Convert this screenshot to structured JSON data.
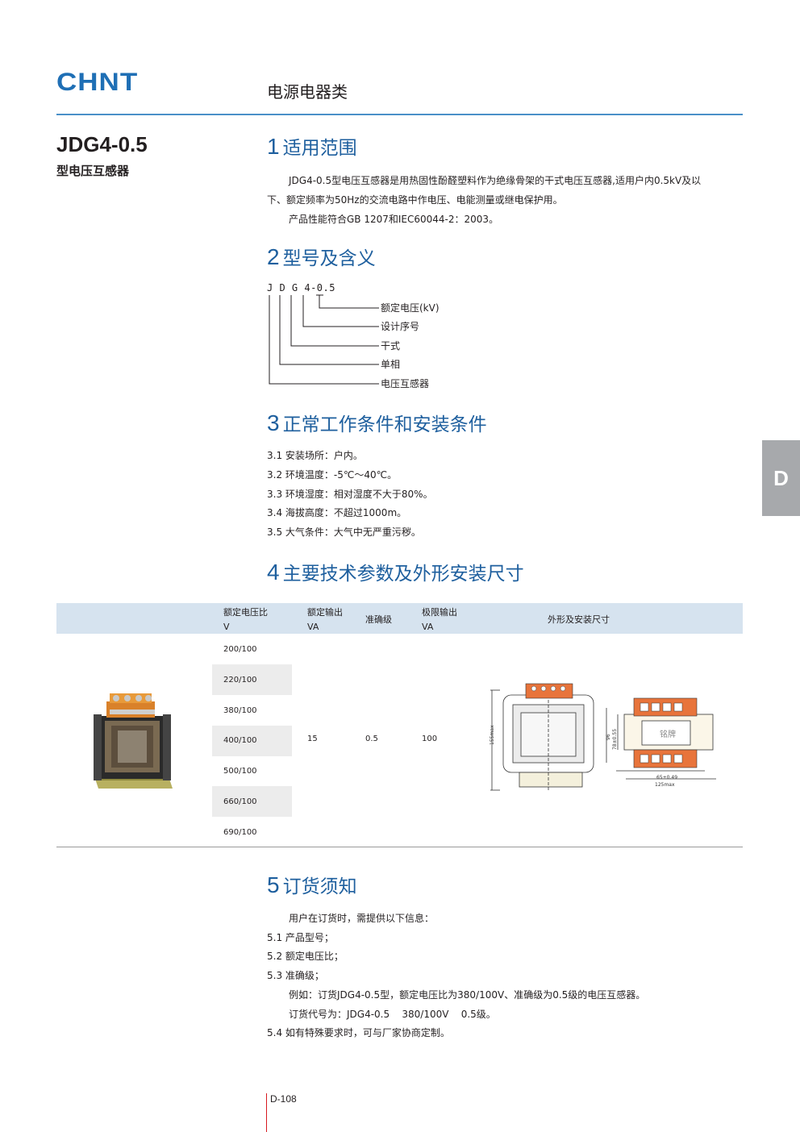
{
  "header": {
    "logo": "CHNT",
    "category": "电源电器类"
  },
  "product": {
    "model": "JDG4-0.5",
    "name": "型电压互感器"
  },
  "side_tab": "D",
  "sections": {
    "s1": {
      "num": "1",
      "title": "适用范围",
      "lines": [
        "JDG4-0.5型电压互感器是用热固性酚醛塑料作为绝缘骨架的干式电压互感器,适用户内0.5kV及以",
        "下、额定频率为50Hz的交流电路中作电压、电能测量或继电保护用。",
        "产品性能符合GB 1207和IEC60044-2：2003。"
      ]
    },
    "s2": {
      "num": "2",
      "title": "型号及含义",
      "code": "J D G 4-0.5",
      "labels": [
        "额定电压(kV)",
        "设计序号",
        "干式",
        "单相",
        "电压互感器"
      ]
    },
    "s3": {
      "num": "3",
      "title": "正常工作条件和安装条件",
      "items": [
        "3.1 安装场所：户内。",
        "3.2 环境温度：-5℃～40℃。",
        "3.3 环境湿度：相对湿度不大于80%。",
        "3.4 海拔高度：不超过1000m。",
        "3.5 大气条件：大气中无严重污秽。"
      ]
    },
    "s4": {
      "num": "4",
      "title": "主要技术参数及外形安装尺寸",
      "table": {
        "headers": {
          "ratio": "额定电压比",
          "ratio_unit": "V",
          "output": "额定输出",
          "output_unit": "VA",
          "accuracy": "准确级",
          "limit": "极限输出",
          "limit_unit": "VA",
          "dims": "外形及安装尺寸"
        },
        "ratios": [
          "200/100",
          "220/100",
          "380/100",
          "400/100",
          "500/100",
          "660/100",
          "690/100"
        ],
        "output": "15",
        "accuracy": "0.5",
        "limit": "100",
        "drawing_labels": {
          "height": "155max",
          "dim_96": "96",
          "dim_78": "78±0.55",
          "plate": "铭牌",
          "dim_65": "65±0.49",
          "dim_125": "125max"
        }
      }
    },
    "s5": {
      "num": "5",
      "title": "订货须知",
      "intro": "用户在订货时，需提供以下信息：",
      "items": [
        "5.1 产品型号；",
        "5.2 额定电压比；",
        "5.3 准确级；"
      ],
      "example1": "例如：订货JDG4-0.5型，额定电压比为380/100V、准确级为0.5级的电压互感器。",
      "example2": "订货代号为：JDG4-0.5    380/100V    0.5级。",
      "item4": "5.4 如有特殊要求时，可与厂家协商定制。"
    }
  },
  "footer": {
    "page": "D-108"
  },
  "colors": {
    "brand_blue": "#1f6fb5",
    "section_blue": "#1e5f9e",
    "table_header": "#d6e3ef",
    "tab_gray": "#a7a9ac",
    "footer_red": "#d71920"
  }
}
